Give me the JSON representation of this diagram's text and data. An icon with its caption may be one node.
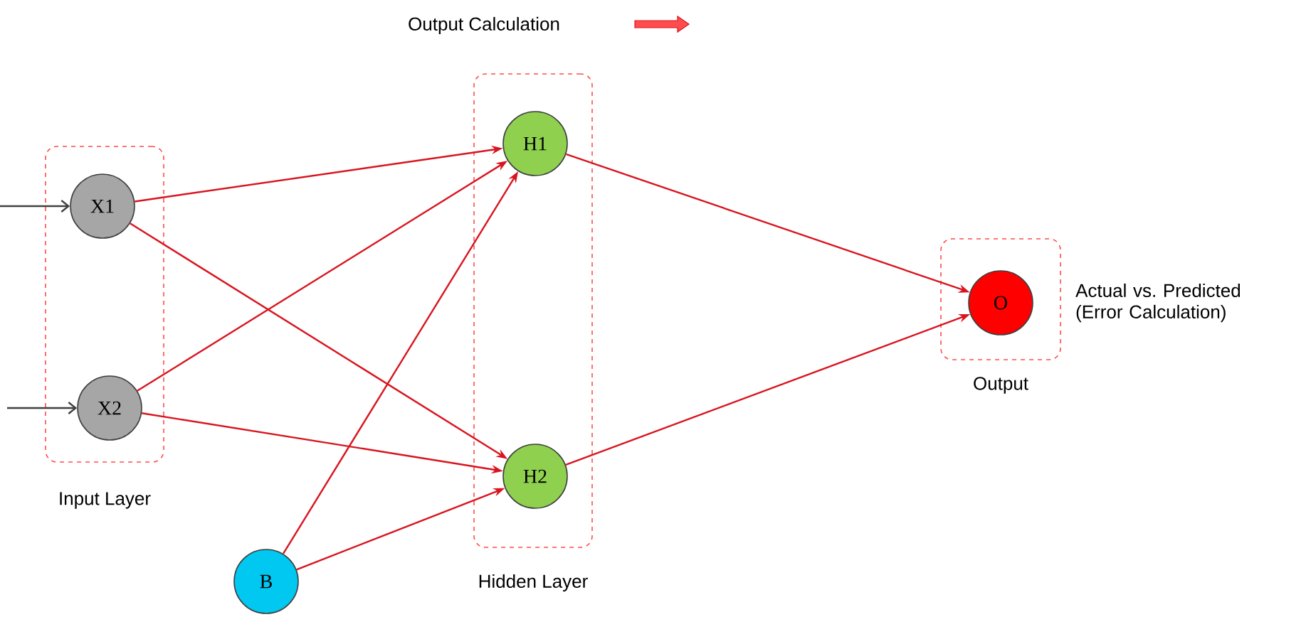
{
  "diagram": {
    "title": "Output Calculation",
    "nodes": [
      {
        "text": [
          "Input Layer"
        ]
      },
      {
        "text": [
          "X1"
        ],
        "in": 0
      },
      {
        "text": [
          "X2"
        ],
        "in": 0
      },
      {
        "text": [
          "Hidden Layer"
        ]
      },
      {
        "text": [
          "H1"
        ],
        "in": 3
      },
      {
        "text": [
          "H2"
        ],
        "in": 3
      },
      {
        "text": [
          "Output"
        ],
        "beside": [
          "Actual vs. Predicted (Error Calculation)"
        ]
      },
      {
        "text": [
          "O"
        ],
        "in": 6
      },
      {
        "text": [
          "B"
        ]
      }
    ],
    "edges": [
      {
        "from": null,
        "to": 1,
        "arrow": "to",
        "color": "#404040"
      },
      {
        "from": null,
        "to": 2,
        "arrow": "to",
        "color": "#404040"
      },
      {
        "from": 1,
        "to": 4,
        "arrow": "to"
      },
      {
        "from": 1,
        "to": 5,
        "arrow": "to"
      },
      {
        "from": 2,
        "to": 4,
        "arrow": "to"
      },
      {
        "from": 2,
        "to": 5,
        "arrow": "to"
      },
      {
        "from": 8,
        "to": 4,
        "arrow": "to"
      },
      {
        "from": 8,
        "to": 5,
        "arrow": "to"
      },
      {
        "from": 4,
        "to": 7,
        "arrow": "to"
      },
      {
        "from": 5,
        "to": 7,
        "arrow": "to"
      }
    ]
  }
}
